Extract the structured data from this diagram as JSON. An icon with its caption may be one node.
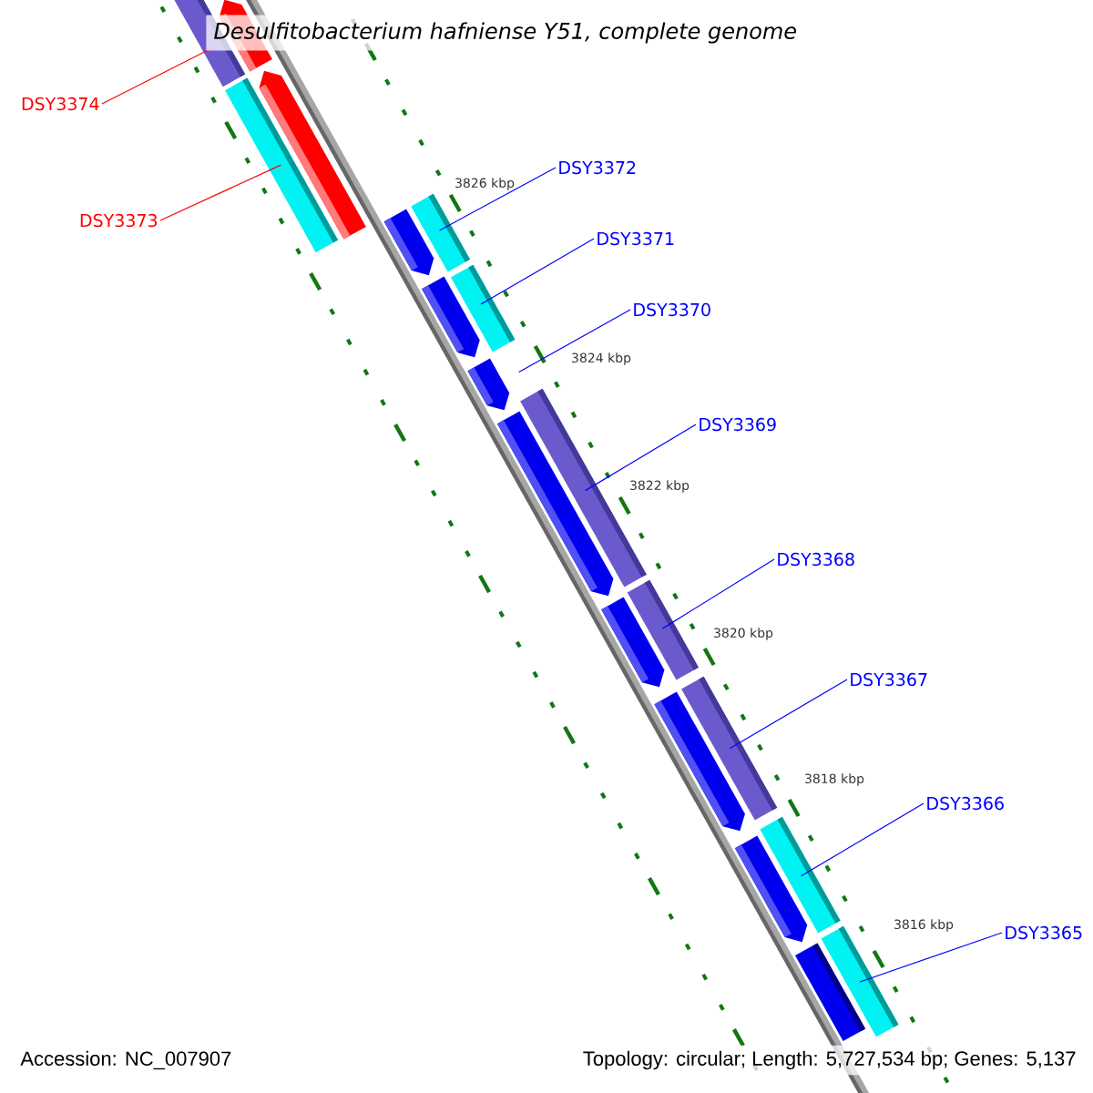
{
  "diagram": {
    "title": "Desulfitobacterium hafniense Y51, complete genome",
    "nodes": [
      {
        "text": [
          "DSY3374"
        ]
      },
      {
        "text": [
          "DSY3373"
        ]
      },
      {
        "text": [
          "DSY3372"
        ]
      },
      {
        "text": [
          "DSY3371"
        ]
      },
      {
        "text": [
          "DSY3370"
        ]
      },
      {
        "text": [
          "DSY3369"
        ]
      },
      {
        "text": [
          "DSY3368"
        ]
      },
      {
        "text": [
          "DSY3367"
        ]
      },
      {
        "text": [
          "DSY3366"
        ]
      },
      {
        "text": [
          "DSY3365"
        ]
      },
      {
        "text": [],
        "shape": "arrow"
      },
      {
        "text": [],
        "shape": "arrow"
      },
      {
        "text": [],
        "shape": "arrow"
      },
      {
        "text": [],
        "shape": "arrow"
      },
      {
        "text": [],
        "shape": "arrow"
      },
      {
        "text": [],
        "shape": "arrow"
      },
      {
        "text": [],
        "shape": "arrow"
      },
      {
        "text": [],
        "shape": "arrow"
      },
      {
        "text": [],
        "shape": "arrow"
      },
      {
        "text": [],
        "shape": "arrow"
      }
    ],
    "edges": [
      {
        "from": 0,
        "to": 10,
        "arrow": "none",
        "color": "#ff0000"
      },
      {
        "from": 1,
        "to": 11,
        "arrow": "none",
        "color": "#ff0000"
      },
      {
        "from": 2,
        "to": 12,
        "arrow": "none"
      },
      {
        "from": 3,
        "to": 13,
        "arrow": "none"
      },
      {
        "from": 4,
        "to": 14,
        "arrow": "none"
      },
      {
        "from": 5,
        "to": 15,
        "arrow": "none"
      },
      {
        "from": 6,
        "to": 16,
        "arrow": "none"
      },
      {
        "from": 7,
        "to": 17,
        "arrow": "none"
      },
      {
        "from": 8,
        "to": 18,
        "arrow": "none"
      },
      {
        "from": 9,
        "to": 19,
        "arrow": "none"
      }
    ],
    "labels": [
      "3826 kbp",
      "3824 kbp",
      "3822 kbp",
      "3820 kbp",
      "3818 kbp",
      "3816 kbp",
      "Accession: NC_007907",
      "Topology: circular; Length: 5,727,534 bp; Genes: 5,137"
    ]
  }
}
